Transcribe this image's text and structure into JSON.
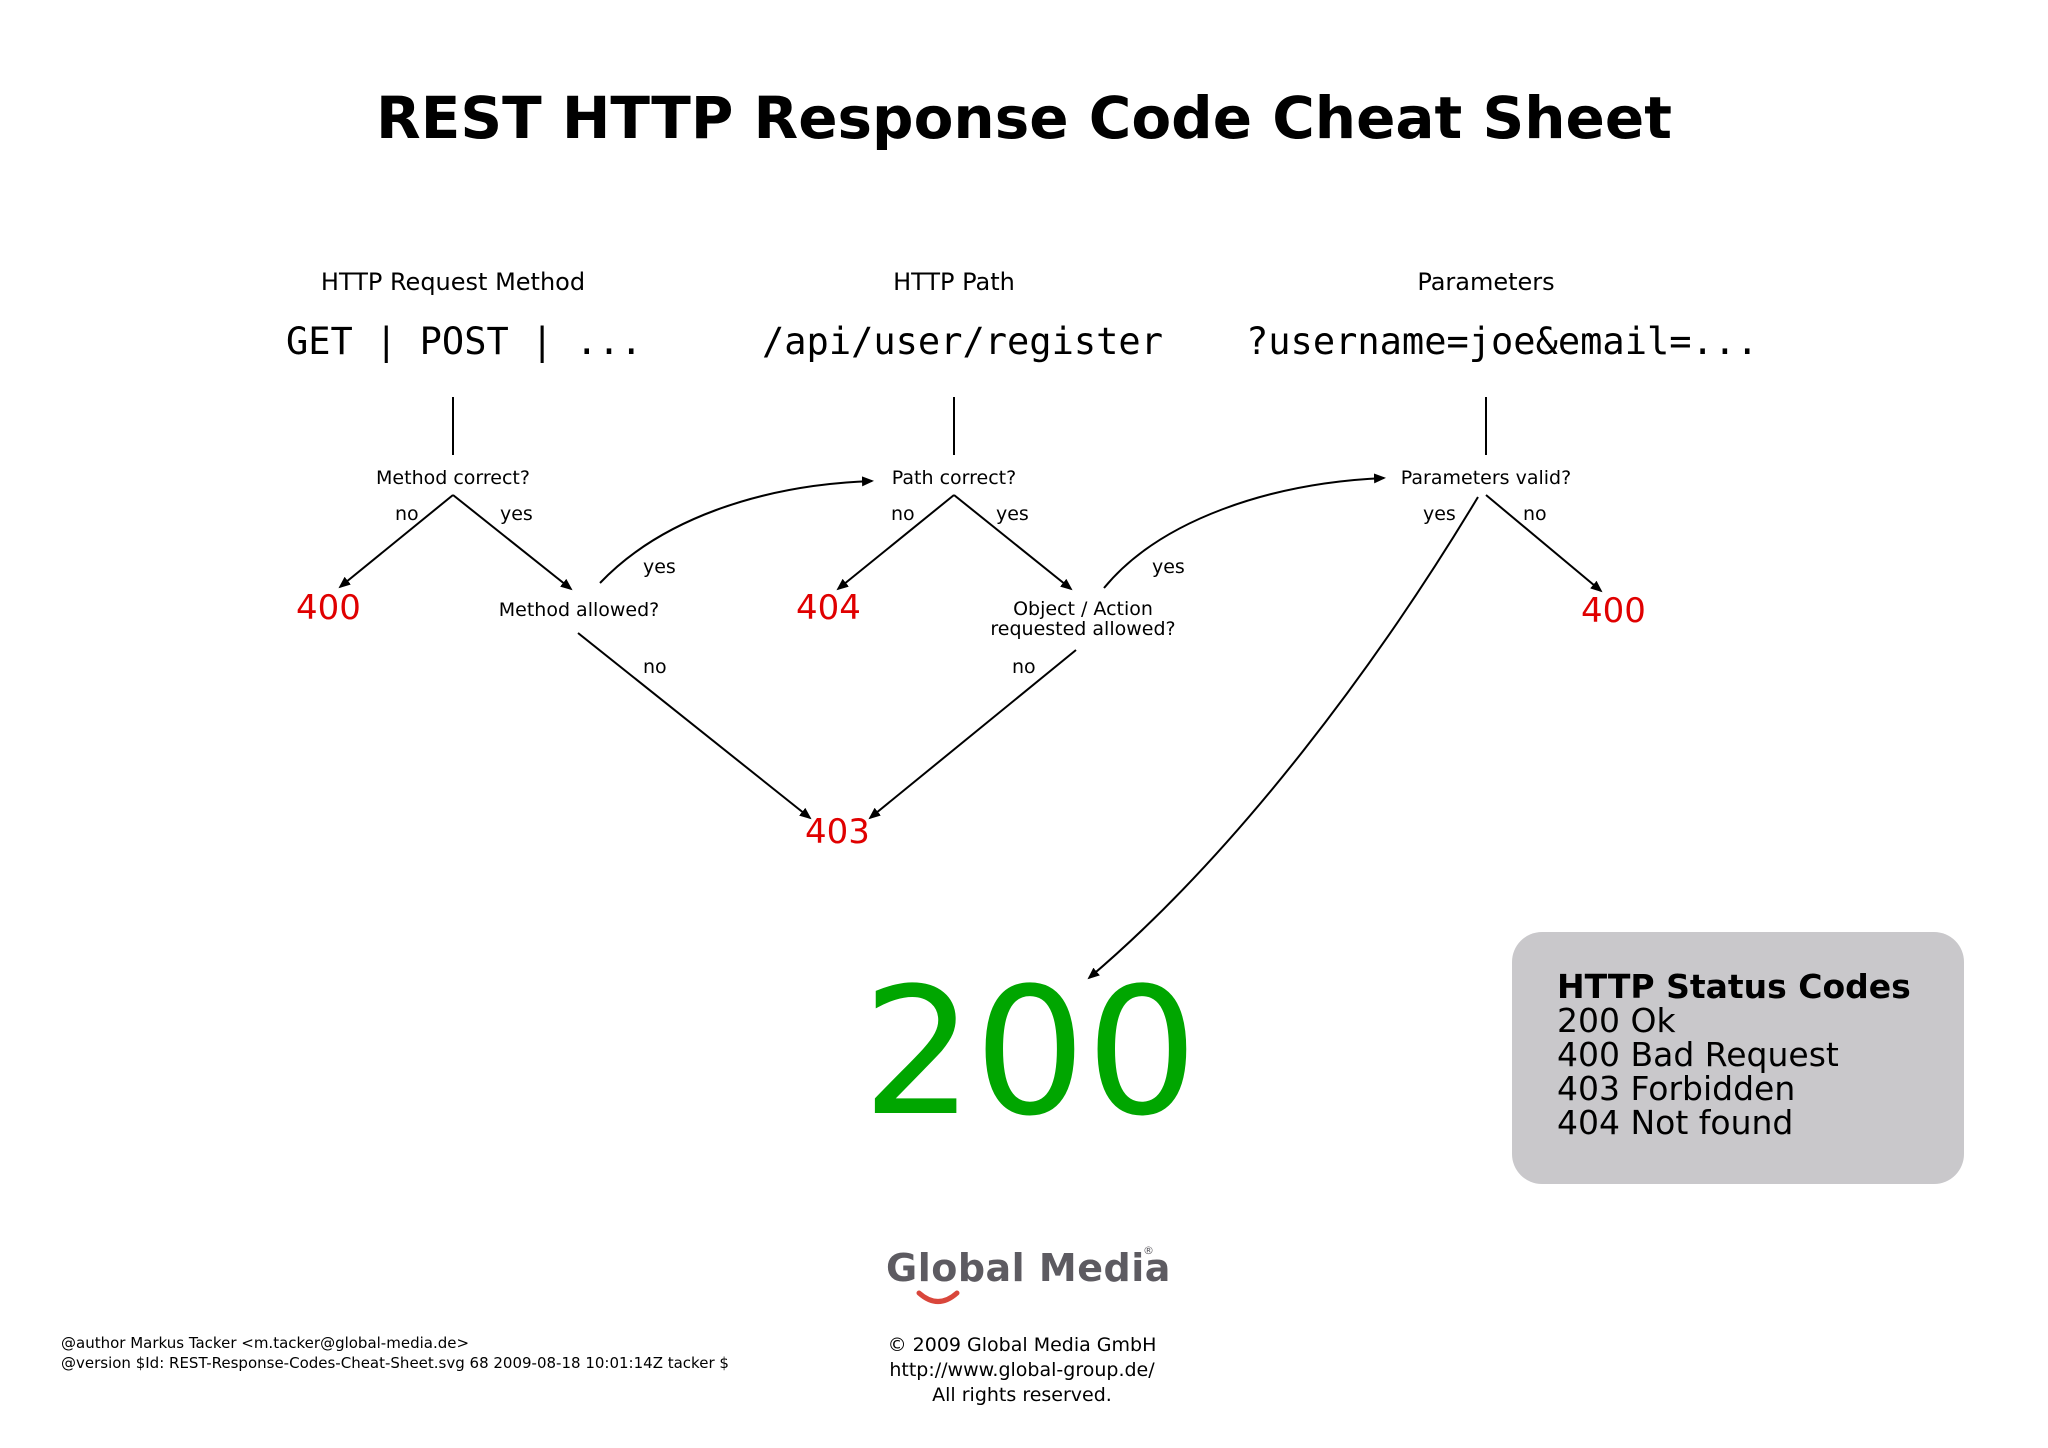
{
  "title": "REST HTTP Response Code Cheat Sheet",
  "columns": {
    "method": {
      "heading": "HTTP Request Method",
      "example": "GET | POST | ..."
    },
    "path": {
      "heading": "HTTP Path",
      "example": "/api/user/register"
    },
    "params": {
      "heading": "Parameters",
      "example": "?username=joe&email=..."
    }
  },
  "nodes": {
    "method_correct": "Method correct?",
    "method_allowed": "Method allowed?",
    "path_correct": "Path correct?",
    "object_allowed_1": "Object / Action",
    "object_allowed_2": "requested allowed?",
    "params_valid": "Parameters valid?"
  },
  "edges": {
    "yes": "yes",
    "no": "no"
  },
  "codes": {
    "c400_left": "400",
    "c404": "404",
    "c403": "403",
    "c400_right": "400",
    "c200": "200"
  },
  "colors": {
    "error": "#e00000",
    "success": "#00a600",
    "legend_bg": "#c9c8cb",
    "logo_smile": "#d9463b"
  },
  "legend": {
    "title": "HTTP Status Codes",
    "items": [
      "200 Ok",
      "400 Bad Request",
      "403 Forbidden",
      "404 Not found"
    ]
  },
  "logo": {
    "text": "Global Media",
    "registered": "®"
  },
  "author": {
    "line1": "@author Markus Tacker <m.tacker@global-media.de>",
    "line2": "@version $Id: REST-Response-Codes-Cheat-Sheet.svg 68 2009-08-18 10:01:14Z tacker $"
  },
  "footer": {
    "line1": "© 2009 Global Media GmbH",
    "line2": "http://www.global-group.de/",
    "line3": "All rights reserved."
  }
}
